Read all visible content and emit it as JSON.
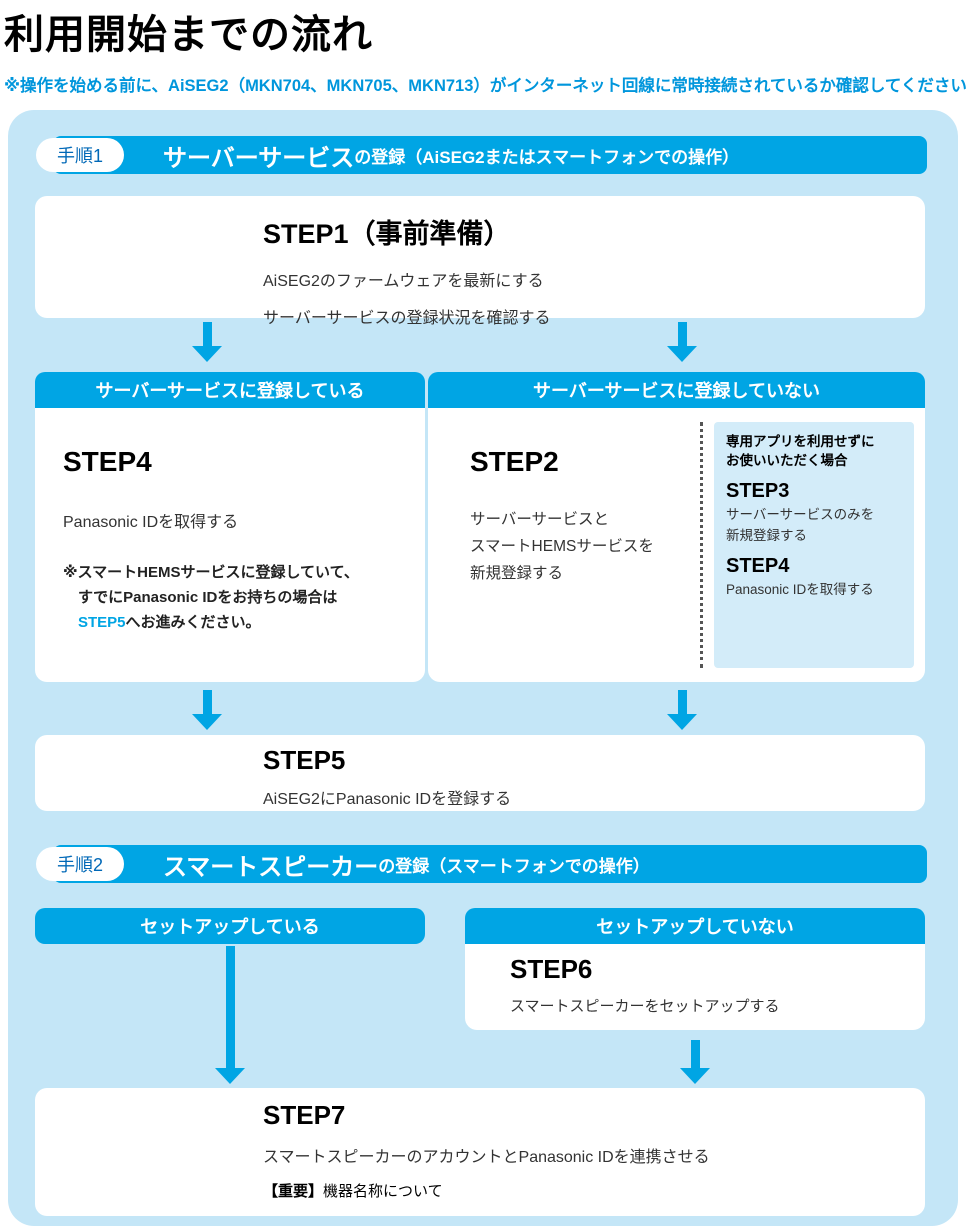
{
  "colors": {
    "accent": "#00a5e4",
    "panel_bg": "#c4e6f7",
    "inner_box_bg": "#d3ecf9",
    "badge_text": "#0068b7",
    "note": "#0096dc",
    "body_text": "#333333"
  },
  "page": {
    "title": "利用開始までの流れ",
    "note": "※操作を始める前に、AiSEG2（MKN704、MKN705、MKN713）がインターネット回線に常時接続されているか確認してください。"
  },
  "procedure1": {
    "badge": "手順1",
    "title_main": "サーバーサービス",
    "title_rest": "の登録（AiSEG2またはスマートフォンでの操作）",
    "step1": {
      "title": "STEP1（事前準備）",
      "lines": [
        "AiSEG2のファームウェアを最新にする",
        "サーバーサービスの登録状況を確認する"
      ]
    },
    "registered": {
      "header": "サーバーサービスに登録している",
      "step": "STEP4",
      "desc": "Panasonic IDを取得する",
      "note_lines": [
        "※スマートHEMSサービスに登録していて、",
        "すでにPanasonic IDをお持ちの場合は"
      ],
      "note_link": "STEP5",
      "note_tail": "へお進みください。"
    },
    "not_registered": {
      "header": "サーバーサービスに登録していない",
      "step": "STEP2",
      "desc_lines": [
        "サーバーサービスと",
        "スマートHEMSサービスを",
        "新規登録する"
      ],
      "side_box": {
        "title_lines": [
          "専用アプリを利用せずに",
          "お使いいただく場合"
        ],
        "step3_label": "STEP3",
        "step3_lines": [
          "サーバーサービスのみを",
          "新規登録する"
        ],
        "step4_label": "STEP4",
        "step4_desc": "Panasonic IDを取得する"
      }
    },
    "step5": {
      "title": "STEP5",
      "desc": "AiSEG2にPanasonic IDを登録する"
    }
  },
  "procedure2": {
    "badge": "手順2",
    "title_main": "スマートスピーカー",
    "title_rest": "の登録（スマートフォンでの操作）",
    "setup_done_header": "セットアップしている",
    "setup_not_done_header": "セットアップしていない",
    "step6": {
      "title": "STEP6",
      "desc": "スマートスピーカーをセットアップする"
    },
    "step7": {
      "title": "STEP7",
      "desc": "スマートスピーカーのアカウントとPanasonic IDを連携させる",
      "important_label": "【重要】",
      "important_text": "機器名称について"
    }
  }
}
